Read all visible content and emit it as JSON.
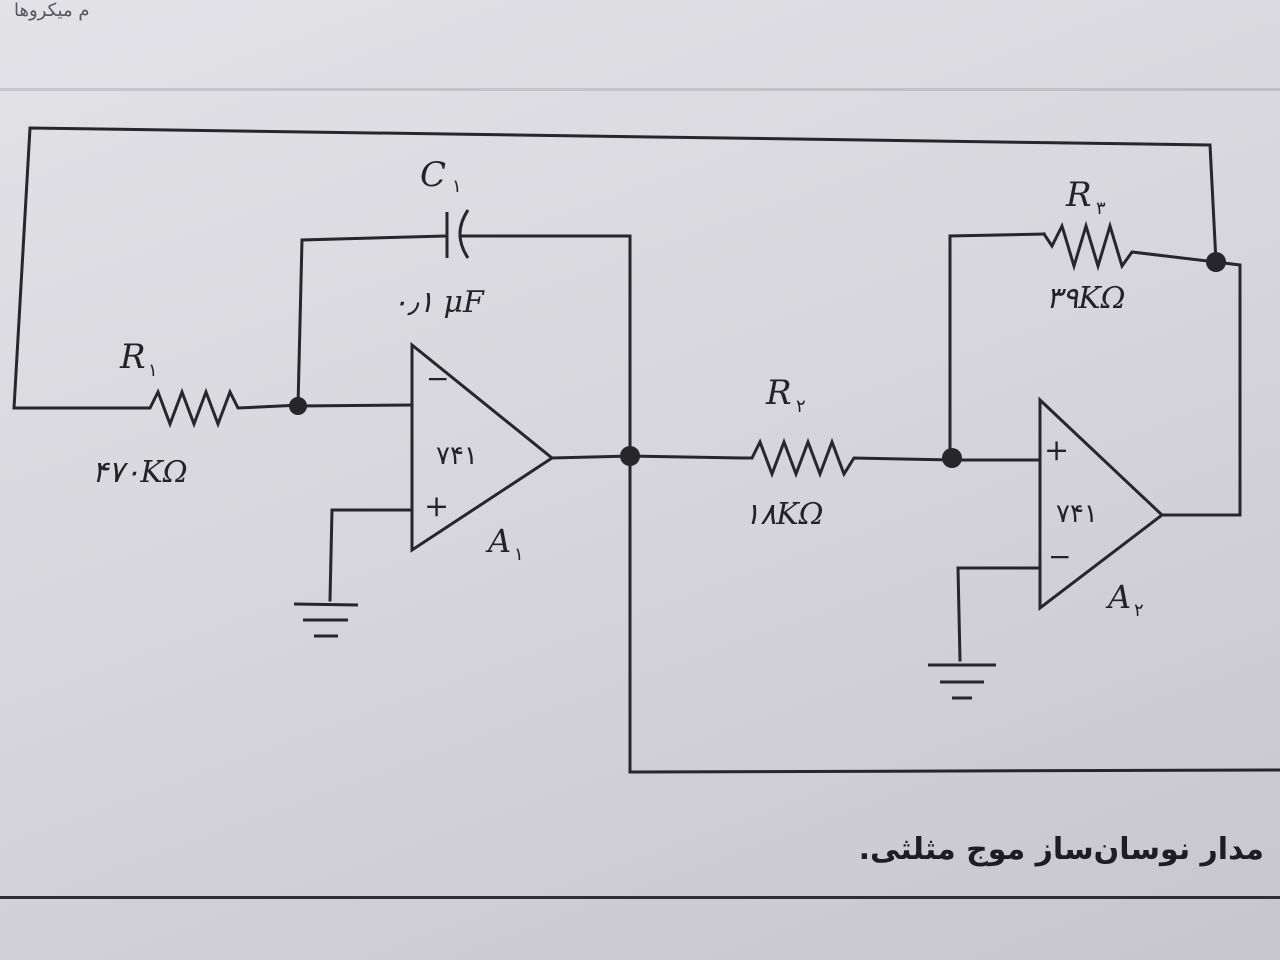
{
  "header_fragment": "م میکرو‌ها",
  "caption": "مدار نوسان‌ساز موج مثلثی.",
  "components": {
    "c1": {
      "name": "C",
      "sub": "۱",
      "value": "۰٫۱ μF"
    },
    "r1": {
      "name": "R",
      "sub": "۱",
      "value": "۴۷۰KΩ"
    },
    "r2": {
      "name": "R",
      "sub": "۲",
      "value": "۱۸KΩ"
    },
    "r3": {
      "name": "R",
      "sub": "۳",
      "value": "۳۹KΩ"
    },
    "a1": {
      "name": "A",
      "sub": "۱",
      "model": "۷۴۱",
      "inv": "−",
      "noninv": "+"
    },
    "a2": {
      "name": "A",
      "sub": "۲",
      "model": "۷۴۱",
      "inv": "−",
      "noninv": "+"
    }
  }
}
